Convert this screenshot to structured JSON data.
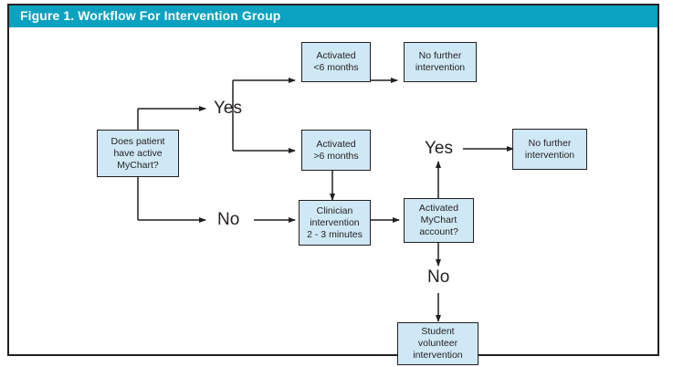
{
  "figure": {
    "title": "Figure 1. Workflow For Intervention Group",
    "header_color": "#0aa2c0",
    "frame_border_color": "#231f20",
    "node_fill_color": "#cfe8f5",
    "node_border_color": "#231f20",
    "background_color": "#ffffff"
  },
  "chart_data": {
    "type": "flowchart",
    "title": "Figure 1. Workflow For Intervention Group",
    "nodes": [
      {
        "id": "has-active-mychart",
        "role": "decision",
        "lines": [
          "Does patient",
          "have active",
          "MyChart?"
        ]
      },
      {
        "id": "activated-lt-6-months",
        "role": "process",
        "lines": [
          "Activated",
          "<6 months"
        ]
      },
      {
        "id": "no-further-intervention-top",
        "role": "terminal",
        "lines": [
          "No further",
          "intervention"
        ]
      },
      {
        "id": "activated-gt-6-months",
        "role": "process",
        "lines": [
          "Activated",
          ">6 months"
        ]
      },
      {
        "id": "clinician-intervention",
        "role": "process",
        "lines": [
          "Clinician",
          "intervention",
          "2 - 3 minutes"
        ]
      },
      {
        "id": "activated-mychart-account",
        "role": "decision",
        "lines": [
          "Activated",
          "MyChart",
          "account?"
        ]
      },
      {
        "id": "no-further-intervention-right",
        "role": "terminal",
        "lines": [
          "No further",
          "intervention"
        ]
      },
      {
        "id": "student-volunteer-intervention",
        "role": "process",
        "lines": [
          "Student",
          "volunteer",
          "intervention"
        ]
      }
    ],
    "branch_labels": [
      {
        "id": "yes-left",
        "text": "Yes"
      },
      {
        "id": "no-left",
        "text": "No"
      },
      {
        "id": "yes-right",
        "text": "Yes"
      },
      {
        "id": "no-right",
        "text": "No"
      }
    ],
    "edges": [
      {
        "from": "has-active-mychart",
        "to": "yes-left",
        "label": "Yes"
      },
      {
        "from": "yes-left",
        "to": "activated-lt-6-months",
        "label": ""
      },
      {
        "from": "yes-left",
        "to": "activated-gt-6-months",
        "label": ""
      },
      {
        "from": "activated-lt-6-months",
        "to": "no-further-intervention-top",
        "label": ""
      },
      {
        "from": "has-active-mychart",
        "to": "no-left",
        "label": "No"
      },
      {
        "from": "no-left",
        "to": "clinician-intervention",
        "label": ""
      },
      {
        "from": "activated-gt-6-months",
        "to": "clinician-intervention",
        "label": ""
      },
      {
        "from": "clinician-intervention",
        "to": "activated-mychart-account",
        "label": ""
      },
      {
        "from": "activated-mychart-account",
        "to": "yes-right",
        "label": "Yes"
      },
      {
        "from": "yes-right",
        "to": "no-further-intervention-right",
        "label": ""
      },
      {
        "from": "activated-mychart-account",
        "to": "no-right",
        "label": "No"
      },
      {
        "from": "no-right",
        "to": "student-volunteer-intervention",
        "label": ""
      }
    ]
  }
}
